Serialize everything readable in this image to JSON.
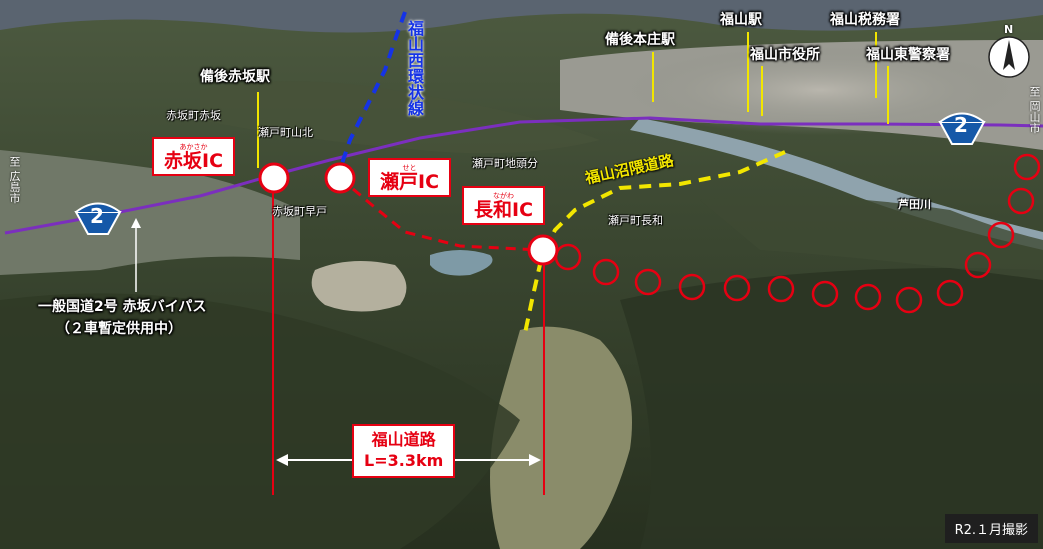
{
  "landmarks": {
    "bingo_akasaka_station": "備後赤坂駅",
    "bingo_honjo_station": "備後本庄駅",
    "fukuyama_station": "福山駅",
    "fukuyama_city_hall": "福山市役所",
    "fukuyama_tax_office": "福山税務署",
    "fukuyama_east_police": "福山東警察署",
    "ashida_river": "芦田川"
  },
  "places": {
    "akasaka_akasaka": "赤坂町赤坂",
    "seto_yamakita": "瀬戸町山北",
    "seto_jitouwake": "瀬戸町地頭分",
    "akasaka_hayato": "赤坂町早戸",
    "seto_nagawa": "瀬戸町長和"
  },
  "interchanges": {
    "akasaka": {
      "name": "赤坂IC",
      "ruby": "あかさか"
    },
    "seto": {
      "name": "瀬戸IC",
      "ruby": "せと"
    },
    "nagawa": {
      "name": "長和IC",
      "ruby": "ながわ"
    }
  },
  "roads": {
    "fukuyama_west_ring": "福山西環状線",
    "fukuyama_numakuma": "福山沼隈道路",
    "route2_label_line1": "一般国道2号 赤坂バイパス",
    "route2_label_line2": "（２車暫定供用中）",
    "route_number": "2",
    "fukuyama_road_name": "福山道路",
    "fukuyama_road_length": "L=3.3km"
  },
  "directions": {
    "to_hiroshima": "至 広島市",
    "to_okayama": "至 岡山市",
    "north": "N"
  },
  "photo_date": "R2.１月撮影",
  "colors": {
    "route2_purple": "#7b2fbe",
    "ring_blue": "#1533e6",
    "numakuma_yellow": "#f2e600",
    "fukuyama_red": "#e60012",
    "shield_blue": "#1558a8"
  }
}
